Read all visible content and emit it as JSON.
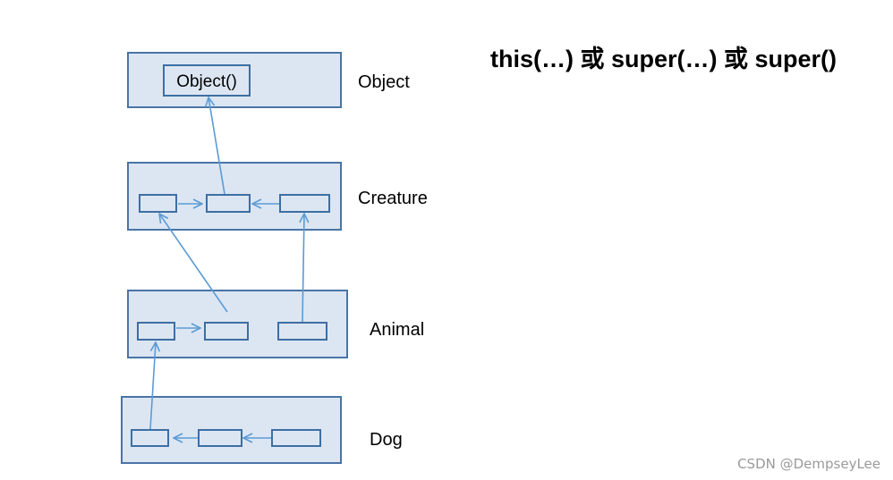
{
  "heading": "this(…) 或 super(…) 或 super()",
  "watermark": "CSDN @DempseyLee",
  "classes": [
    {
      "id": "object",
      "label": "Object",
      "constructors": [
        {
          "label": "Object()"
        }
      ]
    },
    {
      "id": "creature",
      "label": "Creature",
      "constructors": [
        {
          "label": ""
        },
        {
          "label": ""
        },
        {
          "label": ""
        }
      ]
    },
    {
      "id": "animal",
      "label": "Animal",
      "constructors": [
        {
          "label": ""
        },
        {
          "label": ""
        },
        {
          "label": ""
        }
      ]
    },
    {
      "id": "dog",
      "label": "Dog",
      "constructors": [
        {
          "label": ""
        },
        {
          "label": ""
        },
        {
          "label": ""
        }
      ]
    }
  ],
  "colors": {
    "class_fill": "#dce6f2",
    "class_stroke": "#4a74a6",
    "arrow": "#5b9bd5"
  }
}
